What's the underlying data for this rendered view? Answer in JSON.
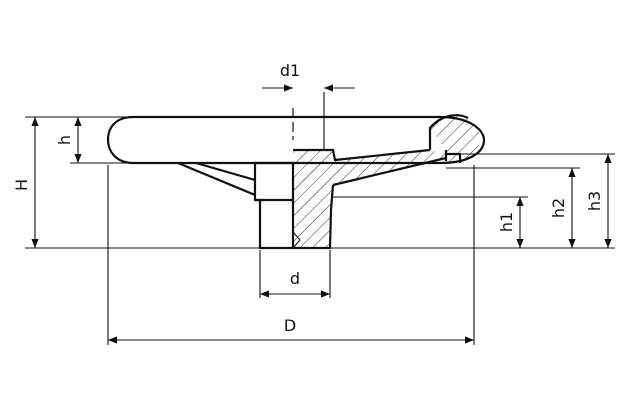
{
  "labels": {
    "D": "D",
    "d": "d",
    "d1": "d1",
    "H": "H",
    "h": "h",
    "h1": "h1",
    "h2": "h2",
    "h3": "h3"
  }
}
